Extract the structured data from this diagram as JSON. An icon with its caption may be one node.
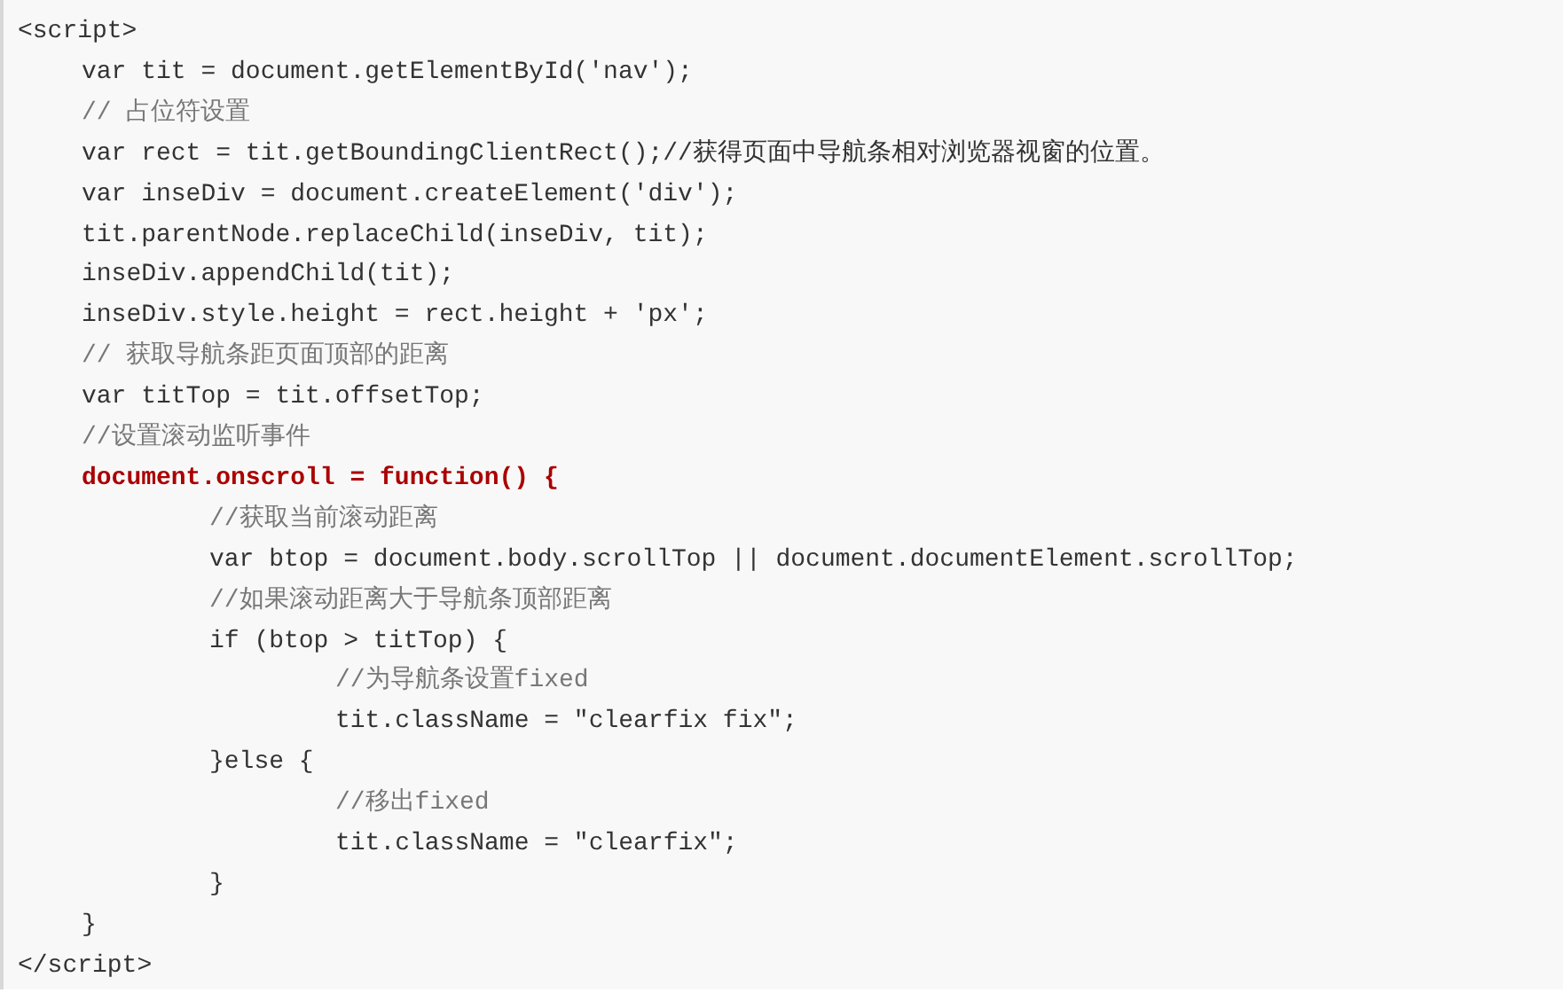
{
  "diagram": {
    "labels": [
      "<script>",
      "var tit = document.getElementById('nav');",
      "// 占位符设置",
      "var rect = tit.getBoundingClientRect();//获得页面中导航条相对浏览器视窗的位置。",
      "var inseDiv = document.createElement('div');",
      "tit.parentNode.replaceChild(inseDiv, tit);",
      "inseDiv.appendChild(tit);",
      "inseDiv.style.height = rect.height + 'px';",
      "// 获取导航条距页面顶部的距离",
      "var titTop = tit.offsetTop;",
      "//设置滚动监听事件",
      "document.onscroll = function() {",
      "//获取当前滚动距离",
      "var btop = document.body.scrollTop || document.documentElement.scrollTop;",
      "//如果滚动距离大于导航条顶部距离",
      "if (btop > titTop) {",
      "//为导航条设置fixed",
      "tit.className = \"clearfix fix\";",
      "}else {",
      "//移出fixed",
      "tit.className = \"clearfix\";",
      "}",
      "}",
      "</script>"
    ]
  }
}
